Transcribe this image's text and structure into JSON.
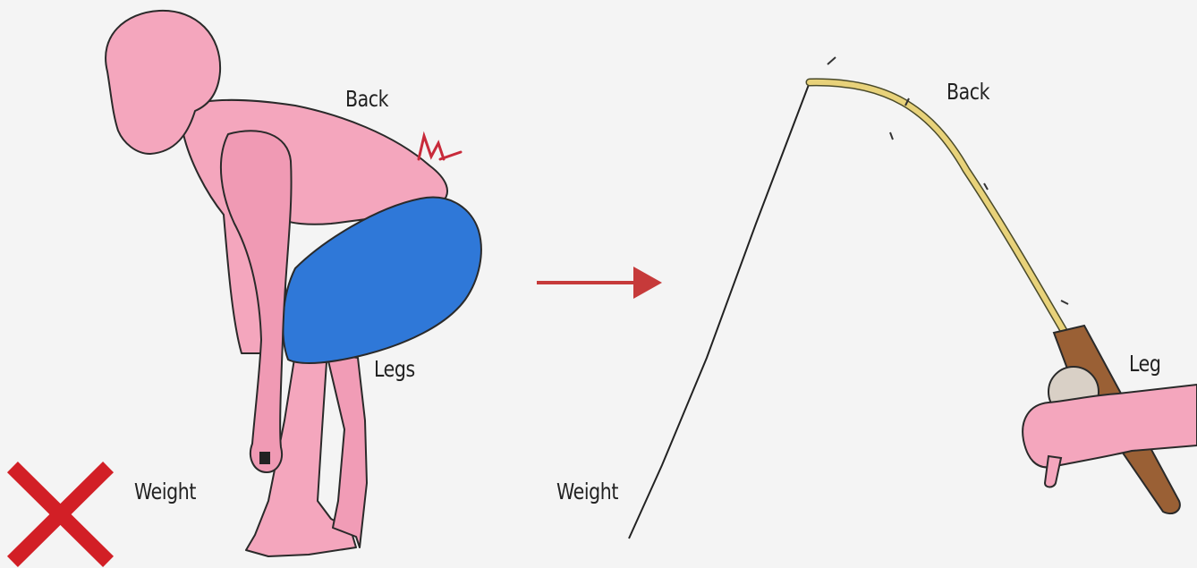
{
  "left_figure": {
    "labels": {
      "back": "Back",
      "legs": "Legs",
      "weight": "Weight"
    },
    "icons": [
      "wrong-x-icon",
      "pain-mark-icon"
    ]
  },
  "right_figure": {
    "labels": {
      "back": "Back",
      "leg": "Leg",
      "weight": "Weight"
    }
  },
  "colors": {
    "background": "#f4f4f4",
    "skin": "#f4a6bd",
    "shorts": "#2f78d8",
    "wrong_x": "#d21f26",
    "arrow": "#c63a3a",
    "rod": "#e8d27a",
    "handle": "#9a6035"
  }
}
